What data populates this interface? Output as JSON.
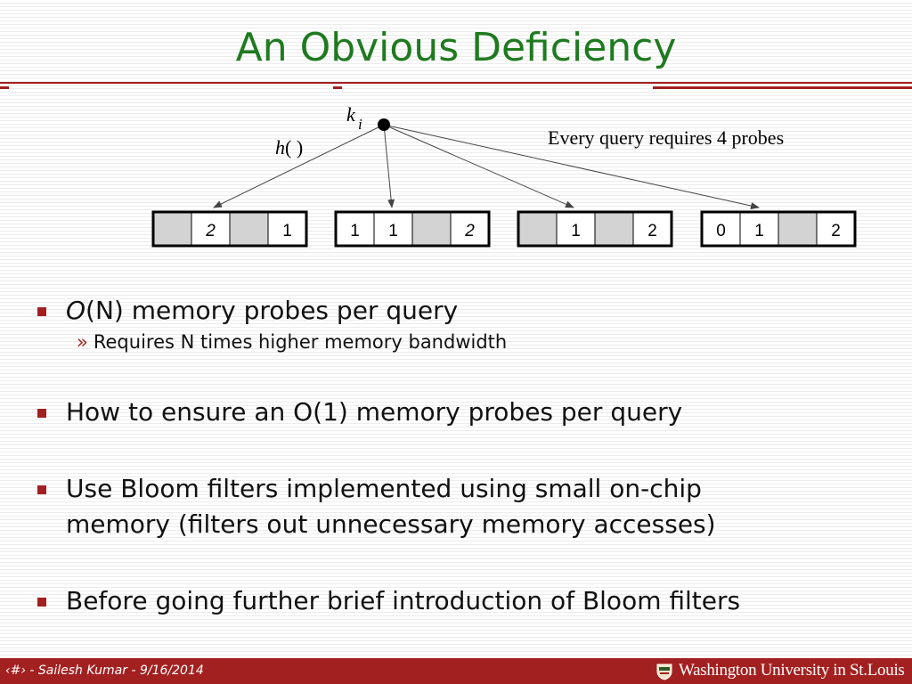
{
  "slide": {
    "title": "An Obvious Deficiency"
  },
  "diagram": {
    "key_label": "k",
    "key_subscript": "i",
    "hash_label_h": "h",
    "hash_label_parens": "( )",
    "probe_note": "Every query requires 4 probes",
    "tables": [
      {
        "cells": [
          "",
          "2",
          "",
          "1"
        ],
        "italic": [
          false,
          true,
          false,
          false
        ]
      },
      {
        "cells": [
          "1",
          "1",
          "",
          "2"
        ],
        "italic": [
          false,
          false,
          false,
          true
        ]
      },
      {
        "cells": [
          "",
          "1",
          "",
          "2"
        ],
        "italic": [
          false,
          false,
          false,
          false
        ]
      },
      {
        "cells": [
          "0",
          "1",
          "",
          "2"
        ],
        "italic": [
          false,
          false,
          false,
          false
        ]
      }
    ],
    "colors": {
      "arrow": "#444444",
      "empty_cell": "#d3d3d3",
      "filled_cell": "#ffffff"
    }
  },
  "bullets": [
    {
      "italic_prefix": "O",
      "text": "(N) memory probes per query",
      "subs": [
        {
          "marker": "»",
          "text": "Requires N times higher memory bandwidth"
        }
      ]
    },
    {
      "italic_prefix": "",
      "text": "How to ensure an O(1) memory probes per query",
      "subs": []
    },
    {
      "italic_prefix": "",
      "text": "Use Bloom filters implemented using small on-chip",
      "text2": "memory (filters out unnecessary memory accesses)",
      "subs": []
    },
    {
      "italic_prefix": "",
      "text": "Before going further brief introduction of Bloom filters",
      "subs": []
    }
  ],
  "footer": {
    "slide_number": "‹#›",
    "author_date": " - Sailesh Kumar - 9/16/2014",
    "institution": "Washington University in St.Louis"
  },
  "theme": {
    "title_color": "#1f7a1f",
    "accent": "#a32020"
  }
}
